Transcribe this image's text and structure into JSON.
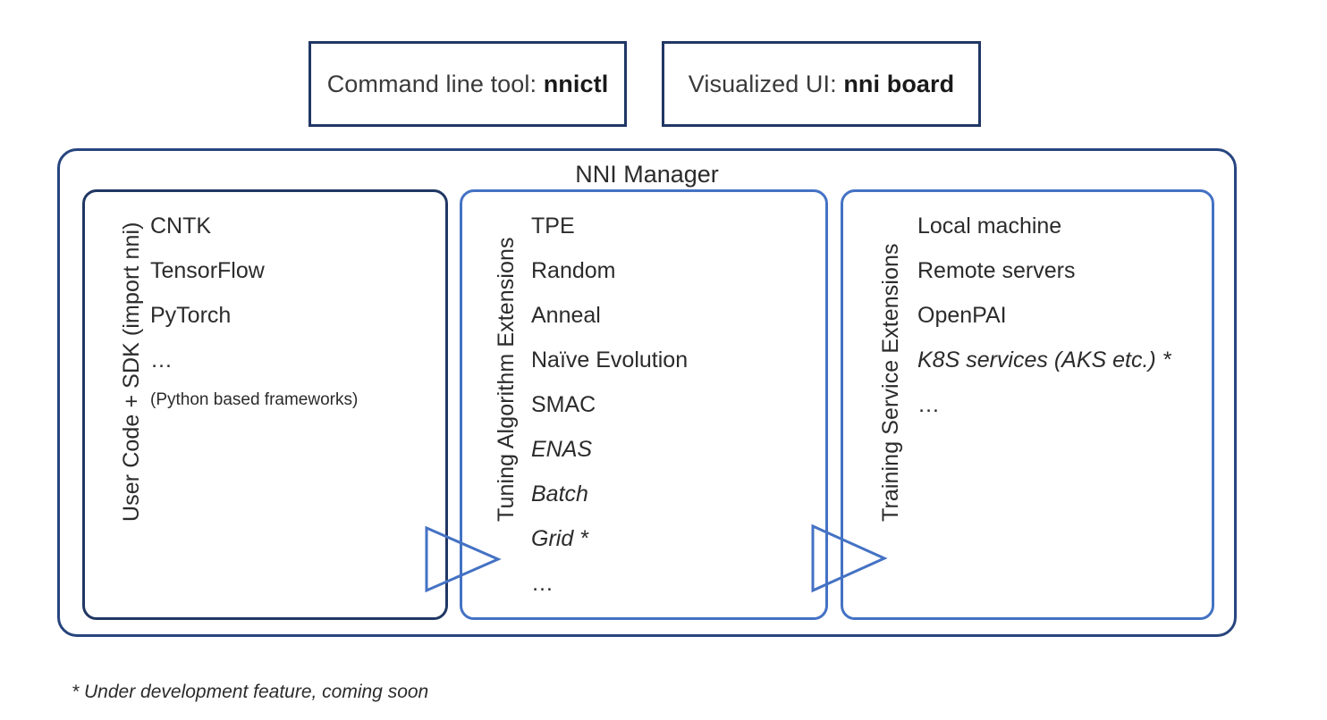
{
  "top_boxes": [
    {
      "prefix": "Command line tool: ",
      "bold": "nnictl"
    },
    {
      "prefix": "Visualized UI: ",
      "bold": "nni board"
    }
  ],
  "container": {
    "title": "NNI Manager",
    "border_color": "#27457e"
  },
  "columns": [
    {
      "side_label": "User Code + SDK (import nni)",
      "border_color": "#213764",
      "items": [
        {
          "text": "CNTK",
          "style": "normal"
        },
        {
          "text": "TensorFlow",
          "style": "normal"
        },
        {
          "text": "PyTorch",
          "style": "normal"
        },
        {
          "text": "…",
          "style": "dots"
        },
        {
          "text": "(Python based frameworks)",
          "style": "small"
        }
      ]
    },
    {
      "side_label": "Tuning Algorithm Extensions",
      "border_color": "#4472C4",
      "items": [
        {
          "text": "TPE",
          "style": "normal"
        },
        {
          "text": "Random",
          "style": "normal"
        },
        {
          "text": "Anneal",
          "style": "normal"
        },
        {
          "text": "Naïve Evolution",
          "style": "normal"
        },
        {
          "text": "SMAC",
          "style": "normal"
        },
        {
          "text": "ENAS",
          "style": "italic"
        },
        {
          "text": "Batch",
          "style": "italic"
        },
        {
          "text": "Grid *",
          "style": "italic"
        },
        {
          "text": "…",
          "style": "dots"
        }
      ]
    },
    {
      "side_label": "Training Service Extensions",
      "border_color": "#4472C4",
      "items": [
        {
          "text": "Local machine",
          "style": "normal"
        },
        {
          "text": "Remote servers",
          "style": "normal"
        },
        {
          "text": "OpenPAI",
          "style": "normal"
        },
        {
          "text": "K8S services (AKS etc.) *",
          "style": "italic"
        },
        {
          "text": "…",
          "style": "dots"
        }
      ]
    }
  ],
  "arrows": {
    "color": "#4472C4",
    "count": 2,
    "name": "flow-arrow-right"
  },
  "footnote": "* Under development feature, coming soon"
}
